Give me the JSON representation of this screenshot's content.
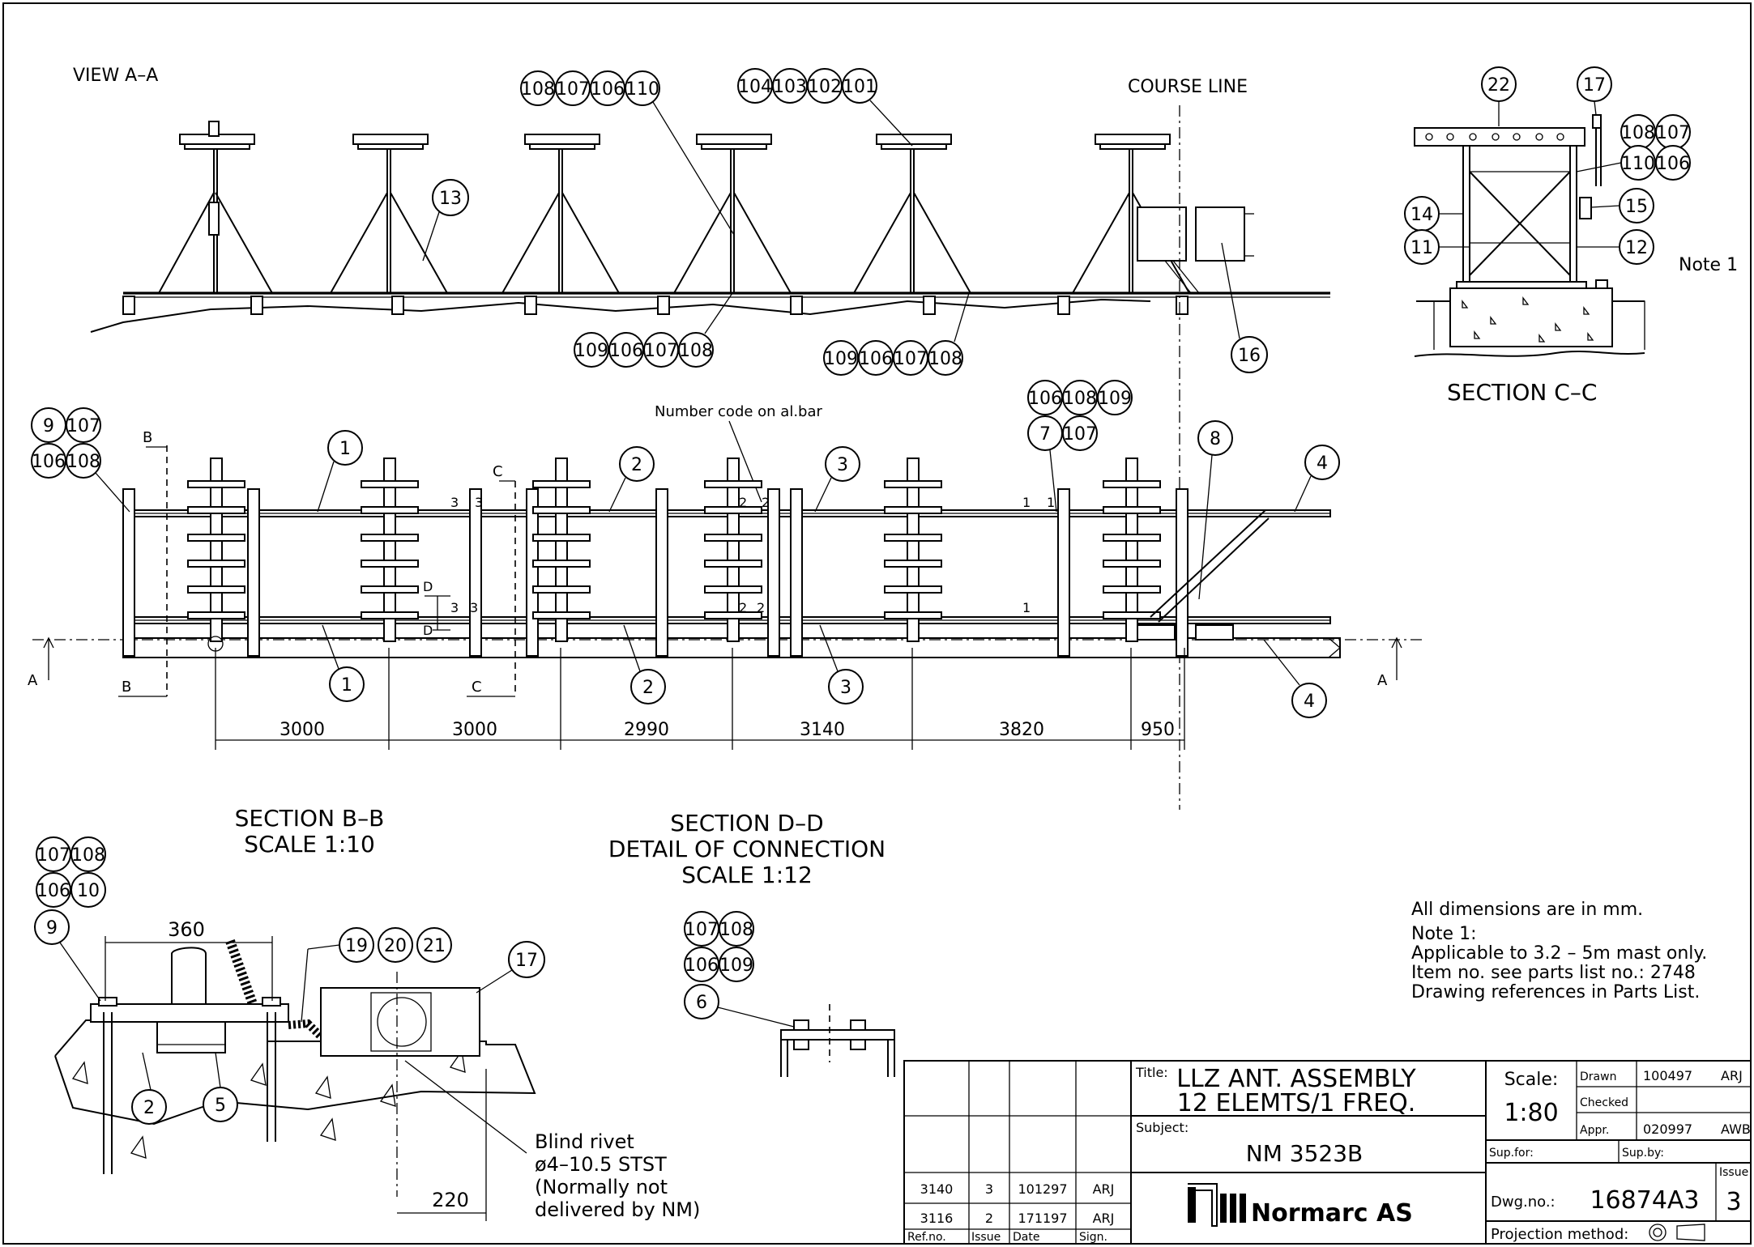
{
  "views": {
    "view_aa": "VIEW A–A",
    "course_line": "COURSE LINE",
    "section_cc": "SECTION C–C",
    "note1_ref": "Note 1",
    "number_code": "Number code on al.bar",
    "section_bb": [
      "SECTION B–B",
      "SCALE 1:10"
    ],
    "section_dd": [
      "SECTION D–D",
      "DETAIL OF CONNECTION",
      "SCALE 1:12"
    ]
  },
  "section_markers": {
    "a": "A",
    "b": "B",
    "c": "C",
    "d": "D"
  },
  "bar_codes": {
    "one": "1",
    "two": "2",
    "three": "3"
  },
  "balloons": {
    "b1": "1",
    "b2": "2",
    "b3": "3",
    "b4": "4",
    "b5": "5",
    "b6": "6",
    "b7": "7",
    "b8": "8",
    "b9": "9",
    "b10": "10",
    "b11": "11",
    "b12": "12",
    "b13": "13",
    "b14": "14",
    "b15": "15",
    "b16": "16",
    "b17": "17",
    "b19": "19",
    "b20": "20",
    "b21": "21",
    "b22": "22",
    "b101": "101",
    "b102": "102",
    "b103": "103",
    "b104": "104",
    "b106": "106",
    "b107": "107",
    "b108": "108",
    "b109": "109",
    "b110": "110"
  },
  "dimensions": {
    "plan": [
      "3000",
      "3000",
      "2990",
      "3140",
      "3820",
      "950"
    ],
    "bb_width": "360",
    "bb_offset": "220"
  },
  "rivet_note": [
    "Blind rivet",
    "ø4–10.5 STST",
    "(Normally not",
    "delivered by NM)"
  ],
  "general_notes": [
    "All dimensions are in mm.",
    "Note 1:",
    "Applicable to 3.2 – 5m mast only.",
    "Item no. see parts list no.: 2748",
    "Drawing references in Parts List."
  ],
  "title_block": {
    "title_label": "Title:",
    "title_lines": [
      "LLZ ANT. ASSEMBLY",
      "12 ELEMTS/1 FREQ."
    ],
    "subject_label": "Subject:",
    "subject": "NM 3523B",
    "scale_label": "Scale:",
    "scale": "1:80",
    "drawn_label": "Drawn",
    "drawn_date": "100497",
    "drawn_sign": "ARJ",
    "checked_label": "Checked",
    "appr_label": "Appr.",
    "appr_date": "020997",
    "appr_sign": "AWB",
    "sup_for": "Sup.for:",
    "sup_by": "Sup.by:",
    "dwg_label": "Dwg.no.:",
    "dwg_no": "16874A3",
    "issue_label": "Issue",
    "issue": "3",
    "projection": "Projection method:",
    "company": "Normarc AS",
    "revisions": [
      {
        "ref": "3140",
        "issue": "3",
        "date": "101297",
        "sign": "ARJ"
      },
      {
        "ref": "3116",
        "issue": "2",
        "date": "171197",
        "sign": "ARJ"
      }
    ],
    "rev_headers": [
      "Ref.no.",
      "Issue",
      "Date",
      "Sign."
    ]
  }
}
